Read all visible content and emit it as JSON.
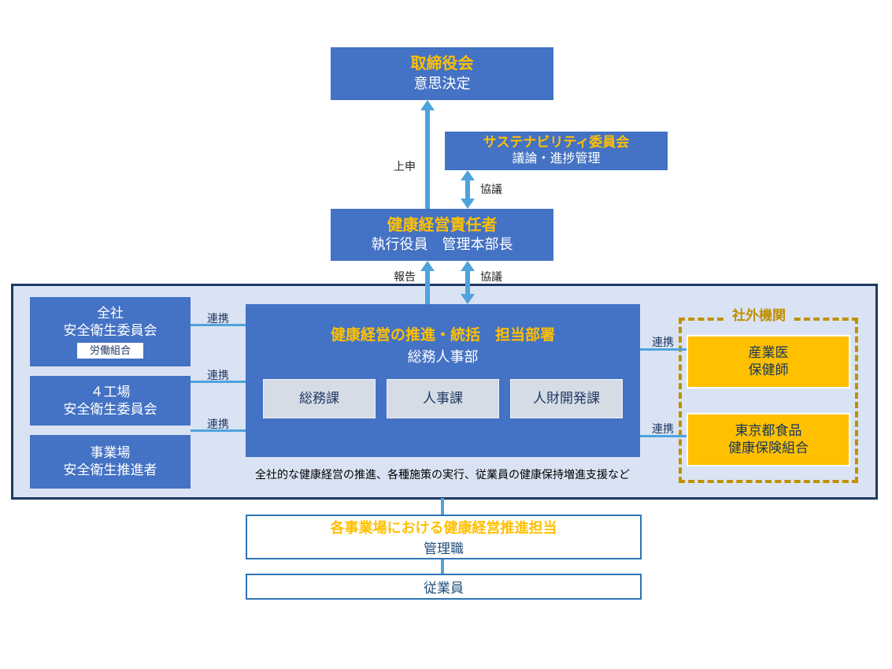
{
  "colors": {
    "box_blue": "#4472C4",
    "accent_gold": "#FFC000",
    "arrow_blue": "#4FA3DC",
    "navy_border": "#1F3864",
    "container_bg": "#DAE3F3",
    "dashed_gold": "#BF9000",
    "white_box_border": "#2E75B6"
  },
  "board": {
    "title": "取締役会",
    "subtitle": "意思決定"
  },
  "sustainability": {
    "title": "サステナビリティ委員会",
    "subtitle": "議論・進捗管理"
  },
  "executive": {
    "title": "健康経営責任者",
    "subtitle": "執行役員　管理本部長"
  },
  "edge_labels": {
    "submit": "上申",
    "consult": "協議",
    "report": "報告",
    "cooperate": "連携"
  },
  "committees": [
    {
      "line1": "全社",
      "line2": "安全衛生委員会",
      "tag": "労働組合"
    },
    {
      "line1": "４工場",
      "line2": "安全衛生委員会"
    },
    {
      "line1": "事業場",
      "line2": "安全衛生推進者"
    }
  ],
  "promotion": {
    "title": "健康経営の推進・統括　担当部署",
    "subtitle": "総務人事部",
    "departments": [
      "総務課",
      "人事課",
      "人財開発課"
    ],
    "note": "全社的な健康経営の推進、各種施策の実行、従業員の健康保持増進支援など"
  },
  "external": {
    "label": "社外機関",
    "orgs": [
      {
        "line1": "産業医",
        "line2": "保健師"
      },
      {
        "line1": "東京都食品",
        "line2": "健康保険組合"
      }
    ]
  },
  "site": {
    "title": "各事業場における健康経営推進担当",
    "subtitle": "管理職"
  },
  "employees": {
    "title": "従業員"
  }
}
